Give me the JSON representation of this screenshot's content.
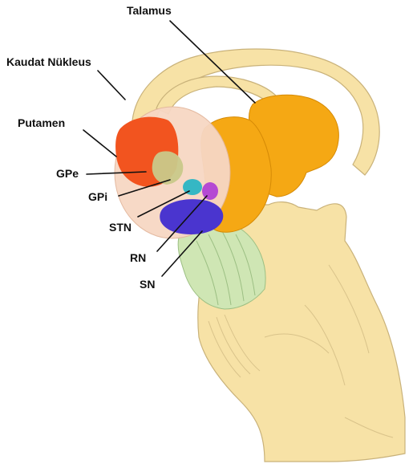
{
  "labels": {
    "talamus": "Talamus",
    "kaudat": "Kaudat Nükleus",
    "putamen": "Putamen",
    "gpe": "GPe",
    "gpi": "GPi",
    "stn": "STN",
    "rn": "RN",
    "sn": "SN"
  },
  "colors": {
    "brainstem": "#f7e2a6",
    "brainstem_outline": "#c9b27a",
    "talamus": "#f5a814",
    "putamen": "#f2541f",
    "globus_pallidus": "#c9c98a",
    "stn": "#35b7c4",
    "rn": "#b54ad3",
    "sn": "#4a35cf",
    "cerebellar_peduncle": "#cfe6b4",
    "lentiform_area": "#f7d7c4"
  }
}
